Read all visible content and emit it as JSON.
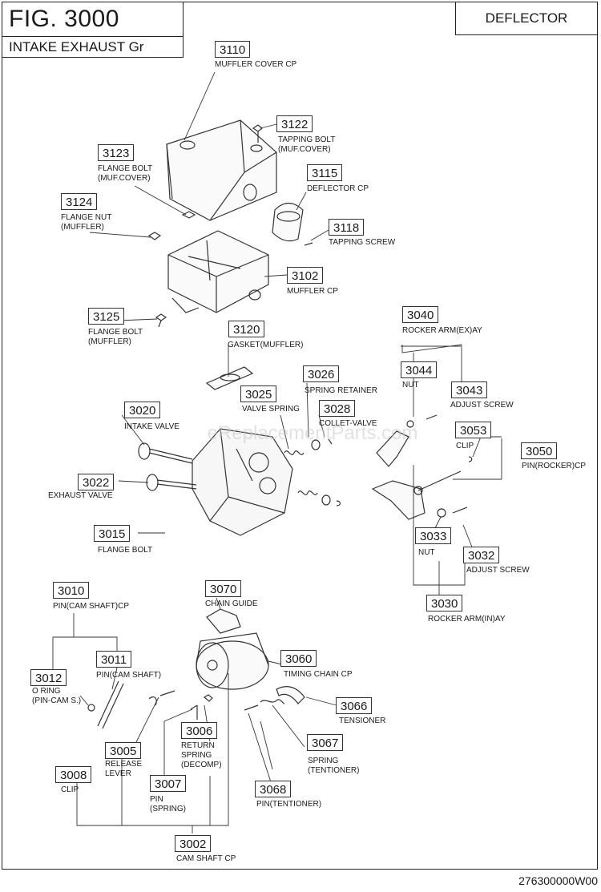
{
  "header": {
    "figure": "FIG. 3000",
    "group": "INTAKE EXHAUST Gr",
    "section": "DEFLECTOR"
  },
  "watermark": "eReplacementParts.com",
  "drawing_code": "276300000W00",
  "parts": [
    {
      "no": "3110",
      "name": "MUFFLER COVER CP"
    },
    {
      "no": "3122",
      "name": "TAPPING BOLT\n(MUF.COVER)"
    },
    {
      "no": "3123",
      "name": "FLANGE BOLT\n(MUF.COVER)"
    },
    {
      "no": "3115",
      "name": "DEFLECTOR CP"
    },
    {
      "no": "3124",
      "name": "FLANGE NUT\n(MUFFLER)"
    },
    {
      "no": "3118",
      "name": "TAPPING SCREW"
    },
    {
      "no": "3102",
      "name": "MUFFLER CP"
    },
    {
      "no": "3040",
      "name": "ROCKER ARM(EX)AY"
    },
    {
      "no": "3125",
      "name": "FLANGE BOLT\n(MUFFLER)"
    },
    {
      "no": "3120",
      "name": "GASKET(MUFFLER)"
    },
    {
      "no": "3044",
      "name": "NUT"
    },
    {
      "no": "3026",
      "name": "SPRING RETAINER"
    },
    {
      "no": "3043",
      "name": "ADJUST SCREW"
    },
    {
      "no": "3025",
      "name": "VALVE SPRING"
    },
    {
      "no": "3020",
      "name": "INTAKE VALVE"
    },
    {
      "no": "3028",
      "name": "COLLET-VALVE"
    },
    {
      "no": "3053",
      "name": "CLIP"
    },
    {
      "no": "3050",
      "name": "PIN(ROCKER)CP"
    },
    {
      "no": "3022",
      "name": "EXHAUST VALVE"
    },
    {
      "no": "3015",
      "name": "FLANGE BOLT"
    },
    {
      "no": "3033",
      "name": "NUT"
    },
    {
      "no": "3032",
      "name": "ADJUST SCREW"
    },
    {
      "no": "3030",
      "name": "ROCKER ARM(IN)AY"
    },
    {
      "no": "3010",
      "name": "PIN(CAM SHAFT)CP"
    },
    {
      "no": "3070",
      "name": "CHAIN GUIDE"
    },
    {
      "no": "3060",
      "name": "TIMING CHAIN CP"
    },
    {
      "no": "3011",
      "name": "PIN(CAM SHAFT)"
    },
    {
      "no": "3012",
      "name": "O RING\n(PIN-CAM S.)"
    },
    {
      "no": "3066",
      "name": "TENSIONER"
    },
    {
      "no": "3006",
      "name": "RETURN\nSPRING\n(DECOMP)"
    },
    {
      "no": "3005",
      "name": "RELEASE\nLEVER"
    },
    {
      "no": "3067",
      "name": "SPRING\n(TENTIONER)"
    },
    {
      "no": "3008",
      "name": "CLIP"
    },
    {
      "no": "3007",
      "name": "PIN\n(SPRING)"
    },
    {
      "no": "3068",
      "name": "PIN(TENTIONER)"
    },
    {
      "no": "3002",
      "name": "CAM SHAFT CP"
    }
  ]
}
